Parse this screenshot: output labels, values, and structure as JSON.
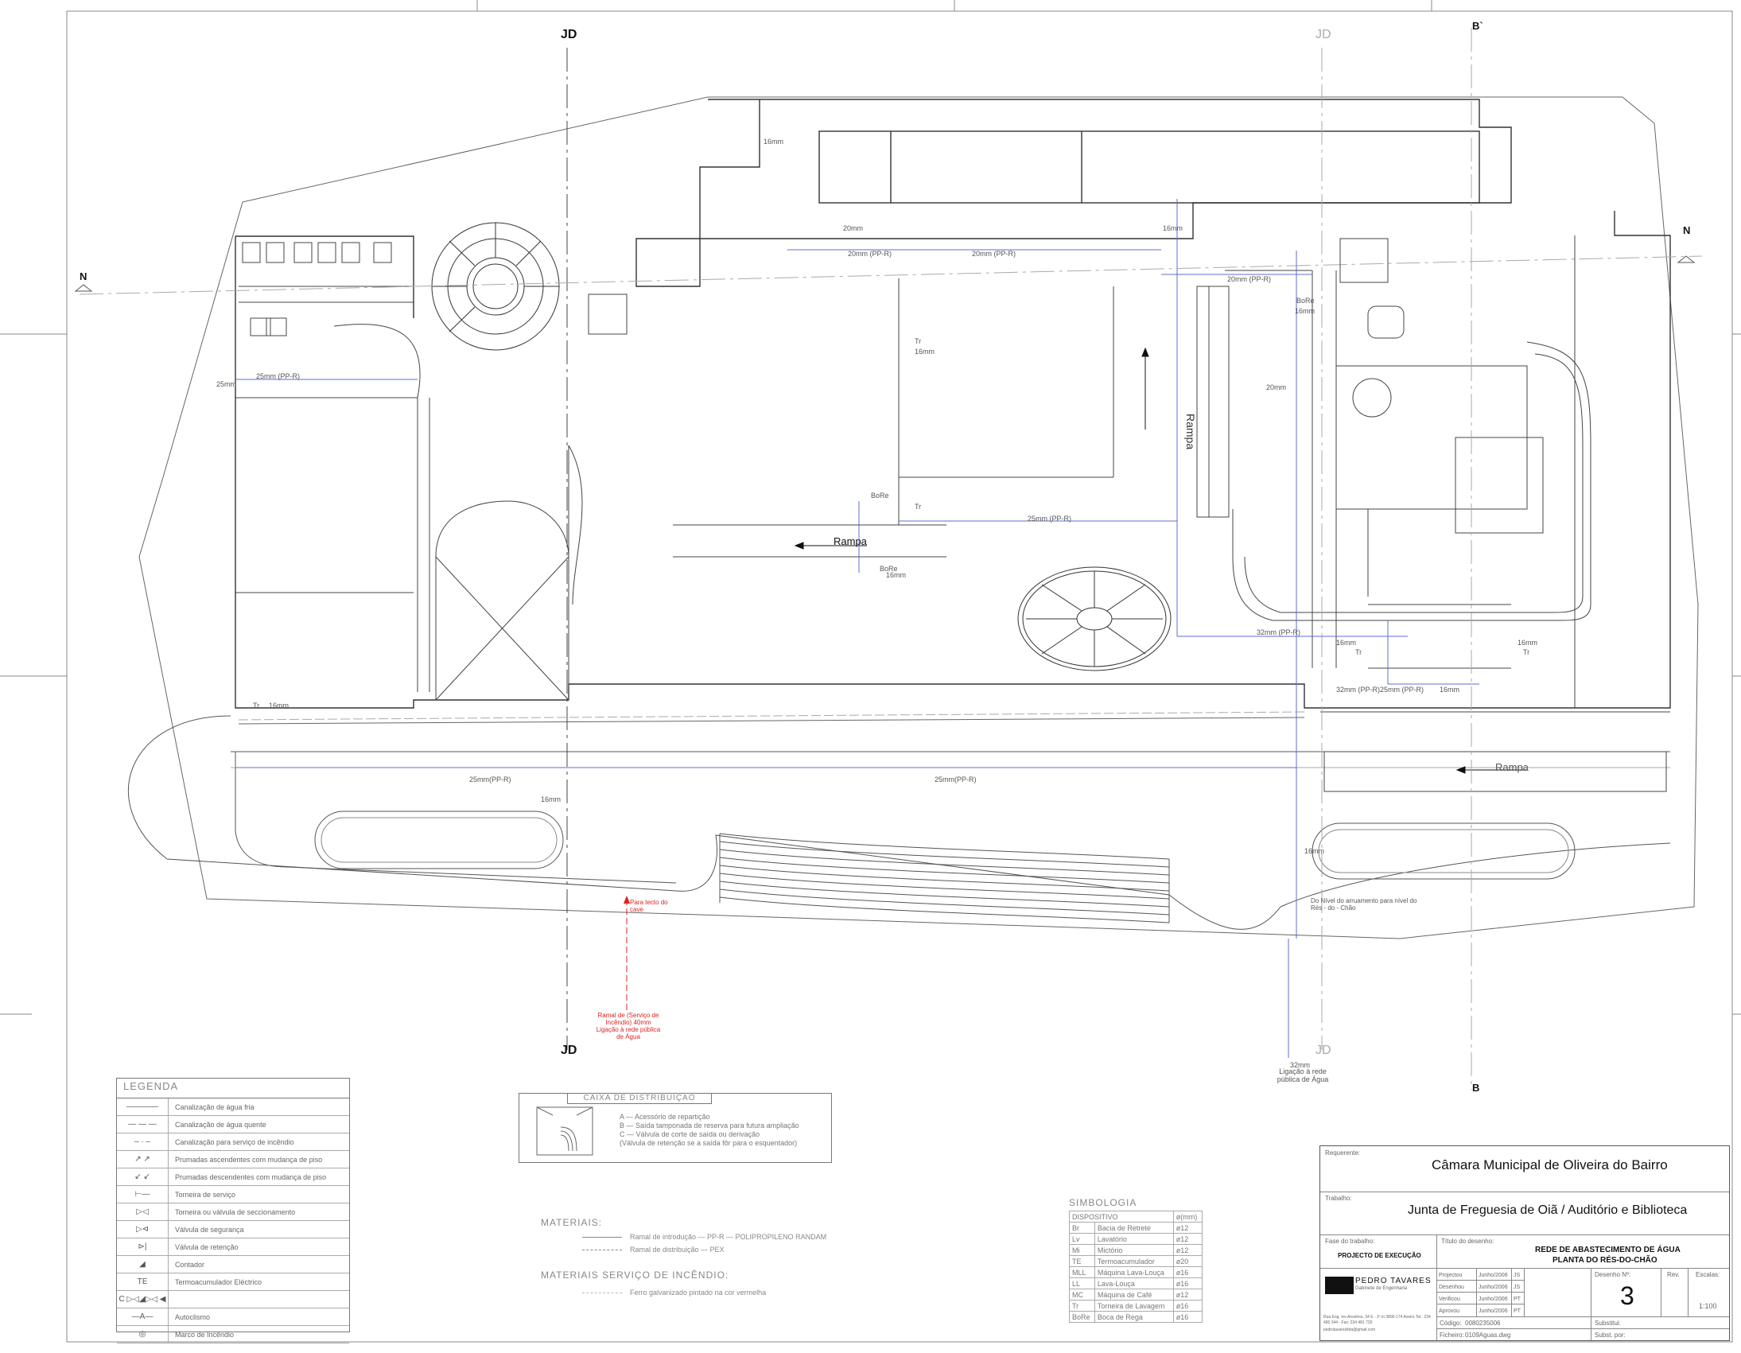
{
  "axes": {
    "jd": "JD",
    "b_prime": "B`",
    "b": "B",
    "n": "N"
  },
  "plan_labels": {
    "rampa_1": "Rampa",
    "rampa_2": "Rampa",
    "rampa_3": "Rampa",
    "pipe_25pr": "25mm (PP-R)",
    "pipe_25pr_b": "25mm(PP-R)",
    "pipe_20pr": "20mm (PP-R)",
    "pipe_32pr": "32mm (PP-R)",
    "pipe_16": "16mm",
    "pipe_20": "20mm",
    "pipe_25": "25mm",
    "pipe_32": "32mm",
    "bore": "BoRe",
    "tr": "Tr",
    "nivel_note": "Do Nível do arruamento para nível do Rés - do - Chão",
    "ligacao_rede": "Ligação à rede pública de Água",
    "red_tecto": "Para tecto do cave",
    "red_ramal": "Ramal de (Serviço de Incêndio) 40mm Ligação à rede pública de Água"
  },
  "legend": {
    "title": "LEGENDA",
    "rows": [
      {
        "sym": "————",
        "text": "Canalização de água fria"
      },
      {
        "sym": "— — —",
        "text": "Canalização de água quente"
      },
      {
        "sym": "– · –",
        "text": "Canalização para serviço de incêndio"
      },
      {
        "sym": "↗ ↗",
        "text": "Prumadas ascendentes com mudança de piso"
      },
      {
        "sym": "↙ ↙",
        "text": "Prumadas descendentes com mudança de piso"
      },
      {
        "sym": "⊢—",
        "text": "Torneira de serviço"
      },
      {
        "sym": "▷◁",
        "text": "Torneira ou válvula de seccionamento"
      },
      {
        "sym": "▷⊲",
        "text": "Válvula de segurança"
      },
      {
        "sym": "⊳|",
        "text": "Válvula de retenção"
      },
      {
        "sym": "◢",
        "text": "Contador"
      },
      {
        "sym": "TE",
        "text": "Termoacumulador Eléctrico"
      },
      {
        "sym": "C  ▷◁◢▷◁ ◀",
        "text": ""
      },
      {
        "sym": "—A—",
        "text": "Autoclismo"
      },
      {
        "sym": "◎",
        "text": "Marco de Incêndio"
      }
    ]
  },
  "caixa": {
    "title": "CAIXA DE DISTRIBUIÇÃO",
    "items": [
      "A — Acessório de repartição",
      "B — Saída tamponada de reserva para futura ampliação",
      "C — Válvula de corte de saída ou derivação",
      "(Válvula de retenção se a saída fôr para o esquentador)"
    ]
  },
  "materiais": {
    "title": "MATERIAIS:",
    "line1": "Ramal de introdução — PP-R — POLIPROPILENO RANDAM",
    "line2": "Ramal de distribuição — PEX",
    "title2": "MATERIAIS SERVIÇO DE INCÊNDIO:",
    "line3": "Ferro galvanizado pintado na cor vermelha"
  },
  "simbologia": {
    "title": "SIMBOLOGIA",
    "header_disp": "DISPOSITIVO",
    "header_mm": "ø(mm)",
    "rows": [
      {
        "code": "Br",
        "name": "Bacia de Retrete",
        "mm": "ø12"
      },
      {
        "code": "Lv",
        "name": "Lavatório",
        "mm": "ø12"
      },
      {
        "code": "Mi",
        "name": "Mictório",
        "mm": "ø12"
      },
      {
        "code": "TE",
        "name": "Termoacumulador",
        "mm": "ø20"
      },
      {
        "code": "MLL",
        "name": "Máquina Lava-Louça",
        "mm": "ø16"
      },
      {
        "code": "LL",
        "name": "Lava-Louça",
        "mm": "ø16"
      },
      {
        "code": "MC",
        "name": "Máquina de Café",
        "mm": "ø12"
      },
      {
        "code": "Tr",
        "name": "Torneira de Lavagem",
        "mm": "ø16"
      },
      {
        "code": "BoRe",
        "name": "Boca de Rega",
        "mm": "ø16"
      }
    ]
  },
  "title_block": {
    "requerente_lbl": "Requerente:",
    "requerente": "Câmara Municipal de Oliveira do Bairro",
    "trabalho_lbl": "Trabalho:",
    "trabalho": "Junta de Freguesia de Oiã / Auditório e Biblioteca",
    "fase_lbl": "Fase do trabalho:",
    "fase": "PROJECTO DE EXECUÇÃO",
    "titulo_lbl": "Título do desenho:",
    "titulo1": "REDE DE ABASTECIMENTO DE ÁGUA",
    "titulo2": "PLANTA DO RÉS-DO-CHÃO",
    "company": "PEDRO TAVARES",
    "company_sub": "Gabinete de Engenharia",
    "address": "Rua Eng. Ivo Anselmo, 34 E - 2º in 3800-174 Aveiro Tel.: 234 400 344 - Fax: 234 481 720",
    "email": "pedrotavaresltda@gmail.com",
    "roles": [
      {
        "role": "Projectou",
        "date": "Junho/2006",
        "who": "JS"
      },
      {
        "role": "Desenhou",
        "date": "Junho/2006",
        "who": "JS"
      },
      {
        "role": "Verificou",
        "date": "Junho/2006",
        "who": "PT"
      },
      {
        "role": "Aprovou",
        "date": "Junho/2006",
        "who": "PT"
      }
    ],
    "codigo_lbl": "Código:",
    "codigo": "0080235006",
    "ficheiro_lbl": "Ficheiro:",
    "ficheiro": "0109Aguas.dwg",
    "desenho_lbl": "Desenho Nº:",
    "desenho_no": "3",
    "rev_lbl": "Rev.",
    "escalas_lbl": "Escalas:",
    "escala": "1:100",
    "substitui_lbl": "Substitui:",
    "subst_por_lbl": "Subst. por:"
  }
}
